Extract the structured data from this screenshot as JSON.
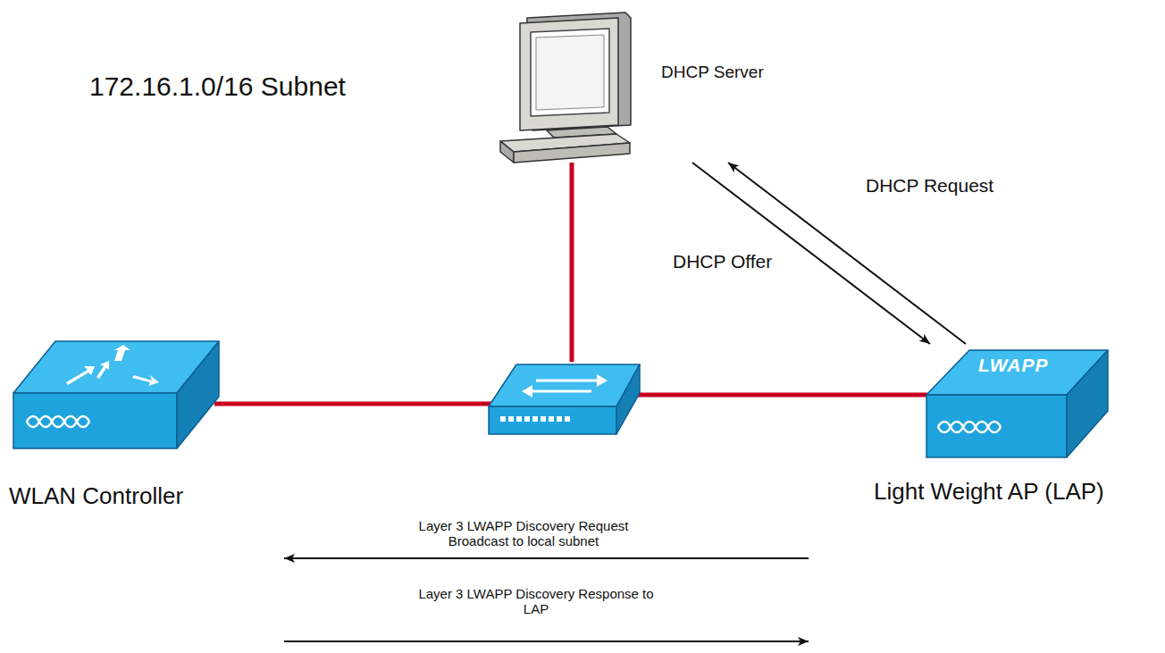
{
  "diagram": {
    "nodes": [
      {
        "text": [
          "DHCP Server"
        ]
      },
      {
        "text": [
          "WLAN Controller"
        ]
      },
      {
        "text": [
          "LWAPP",
          "Light Weight AP (LAP)"
        ]
      }
    ],
    "edges": [
      {
        "from": 2,
        "to": 0,
        "arrow": "to",
        "label": "DHCP Request"
      },
      {
        "from": 0,
        "to": 2,
        "arrow": "to",
        "label": "DHCP Offer"
      },
      {
        "from": 2,
        "to": 1,
        "arrow": "to",
        "label": "Layer 3 LWAPP Discovery Request Broadcast to local subnet"
      },
      {
        "from": 1,
        "to": 2,
        "arrow": "to",
        "label": "Layer 3 LWAPP Discovery Response to LAP"
      }
    ],
    "labels": [
      "172.16.1.0/16 Subnet"
    ]
  }
}
